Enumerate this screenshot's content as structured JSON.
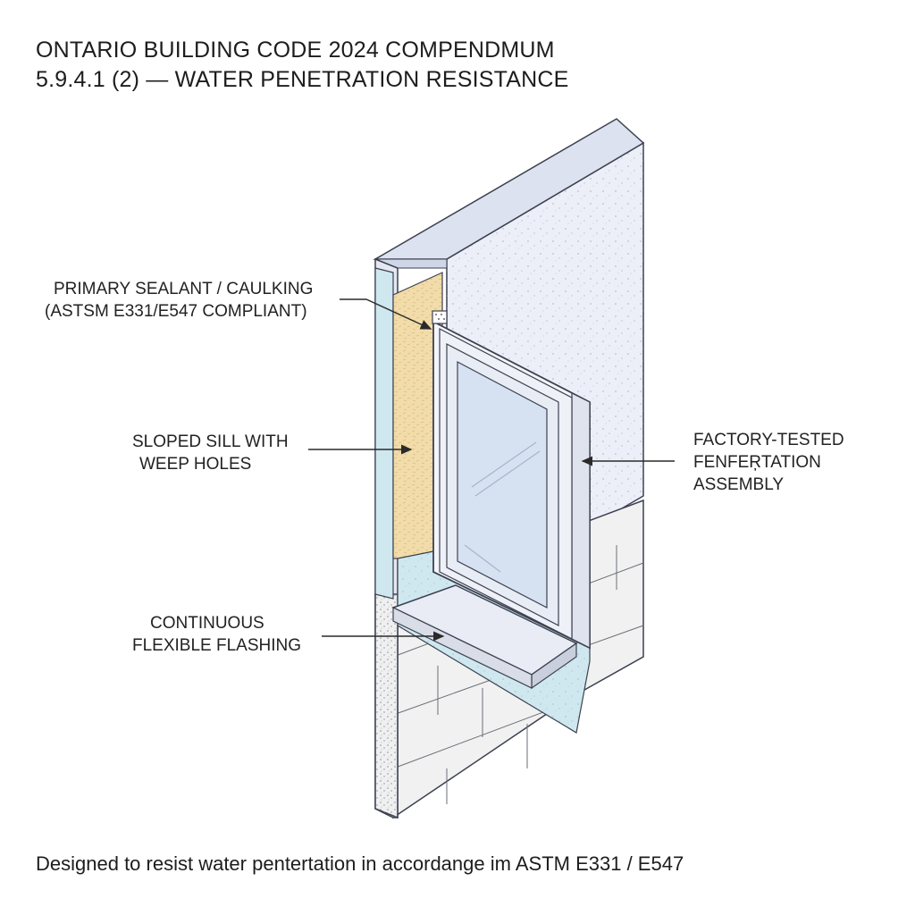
{
  "title": {
    "line1": "ONTARIO BUILDING CODE 2024 COMPENDMUM",
    "line2": "5.9.4.1 (2) — WATER PENETRATION RESISTANCE"
  },
  "labels": {
    "sealant": {
      "line1": "PRIMARY SEALANT / CAULKING",
      "line2": "(ASTSM E331/E547 COMPLIANT)"
    },
    "sill": {
      "line1": "SLOPED SILL WITH",
      "line2": "WEEP HOLES"
    },
    "fenestration": {
      "line1": "FACTORY-TESTED",
      "line2": "FENFEŖTATION",
      "line3": "ASSEMBLY"
    },
    "flashing": {
      "line1": "CONTINUOUS",
      "line2": "FLEXIBLE FLASHING"
    }
  },
  "caption": "Designed to resist water pentertation in accordange im ASTM E331 / E547",
  "colors": {
    "wall": "#eceef8",
    "wall_top": "#dde2f0",
    "insulation": "#f2dcaa",
    "barrier": "#cfe8f0",
    "glass": "#d6e2f2",
    "masonry": "#f1f1f1",
    "stroke": "#3c4150"
  }
}
